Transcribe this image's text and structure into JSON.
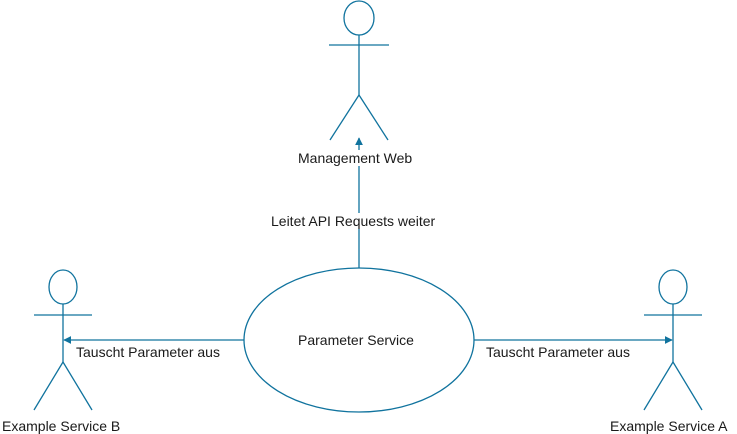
{
  "actors": {
    "top": {
      "label": "Management Web"
    },
    "left": {
      "label": "Example Service B"
    },
    "right": {
      "label": "Example Service A"
    }
  },
  "use_case": {
    "label": "Parameter Service"
  },
  "edges": {
    "to_top": {
      "label": "Leitet API Requests weiter"
    },
    "to_left": {
      "label": "Tauscht Parameter aus"
    },
    "to_right": {
      "label": "Tauscht Parameter aus"
    }
  },
  "colors": {
    "stroke": "#10739e",
    "text": "#1a1a1a",
    "background": "#ffffff"
  }
}
